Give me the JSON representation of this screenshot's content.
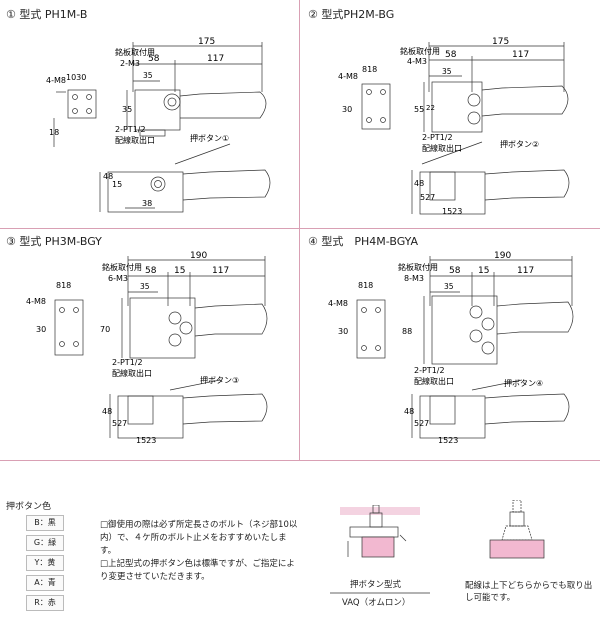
{
  "panels": [
    {
      "num": "①",
      "title": "型式 PH1M-B"
    },
    {
      "num": "②",
      "title": "型式PH2M-BG"
    },
    {
      "num": "③",
      "title": "型式 PH3M-BGY"
    },
    {
      "num": "④",
      "title": "型式　PH4M-BGYA"
    }
  ],
  "p1": {
    "dims": {
      "d175": "175",
      "d58": "58",
      "d117": "117",
      "d35": "35",
      "d1030": "1030",
      "d35v": "35",
      "d18": "18",
      "d48": "48",
      "d15": "15",
      "d38": "38"
    },
    "labels": {
      "m8": "4-M8",
      "plate": "銘板取付用",
      "m3": "2-M3",
      "pt": "2-PT1/2",
      "outlet": "配線取出口",
      "button": "押ボタン①"
    }
  },
  "p2": {
    "dims": {
      "d175": "175",
      "d58": "58",
      "d117": "117",
      "d35": "35",
      "d818": "818",
      "d30": "30",
      "d55": "55",
      "d22": "22",
      "d48": "48",
      "d527": "527",
      "d1523": "1523"
    },
    "labels": {
      "m8": "4-M8",
      "plate": "銘板取付用",
      "m3": "4-M3",
      "pt": "2-PT1/2",
      "outlet": "配線取出口",
      "button": "押ボタン②"
    }
  },
  "p3": {
    "dims": {
      "d190": "190",
      "d58": "58",
      "d15": "15",
      "d117": "117",
      "d35": "35",
      "d818": "818",
      "d30": "30",
      "d70": "70",
      "d48": "48",
      "d527": "527",
      "d1523": "1523"
    },
    "labels": {
      "m8": "4-M8",
      "plate": "銘板取付用",
      "m3": "6-M3",
      "pt": "2-PT1/2",
      "outlet": "配線取出口",
      "button": "押ボタン③"
    }
  },
  "p4": {
    "dims": {
      "d190": "190",
      "d58": "58",
      "d15": "15",
      "d117": "117",
      "d35": "35",
      "d818": "818",
      "d30": "30",
      "d88": "88",
      "d48": "48",
      "d527": "527",
      "d1523": "1523"
    },
    "labels": {
      "m8": "4-M8",
      "plate": "銘板取付用",
      "m3": "8-M3",
      "pt": "2-PT1/2",
      "outlet": "配線取出口",
      "button": "押ボタン④"
    }
  },
  "legend": {
    "title": "押ボタン色",
    "items": [
      "B：黒",
      "G：緑",
      "Y：黄",
      "A：青",
      "R：赤"
    ]
  },
  "notes": {
    "note1": "□御使用の際は必ず所定長さのボルト（ネジ部10以内）で、４ケ所のボルト止メをおすすめいたします。",
    "note2": "□上記型式の押ボタン色は標準ですが、ご指定により変更させていただきます。"
  },
  "bottom": {
    "button_type": "押ボタン型式",
    "button_model": "VAQ（オムロン）",
    "wiring": "配線は上下どちらからでも取り出し可能です。"
  },
  "colors": {
    "divider": "#d9a0b4",
    "pink": "#f2b8d0",
    "line": "#333333"
  }
}
